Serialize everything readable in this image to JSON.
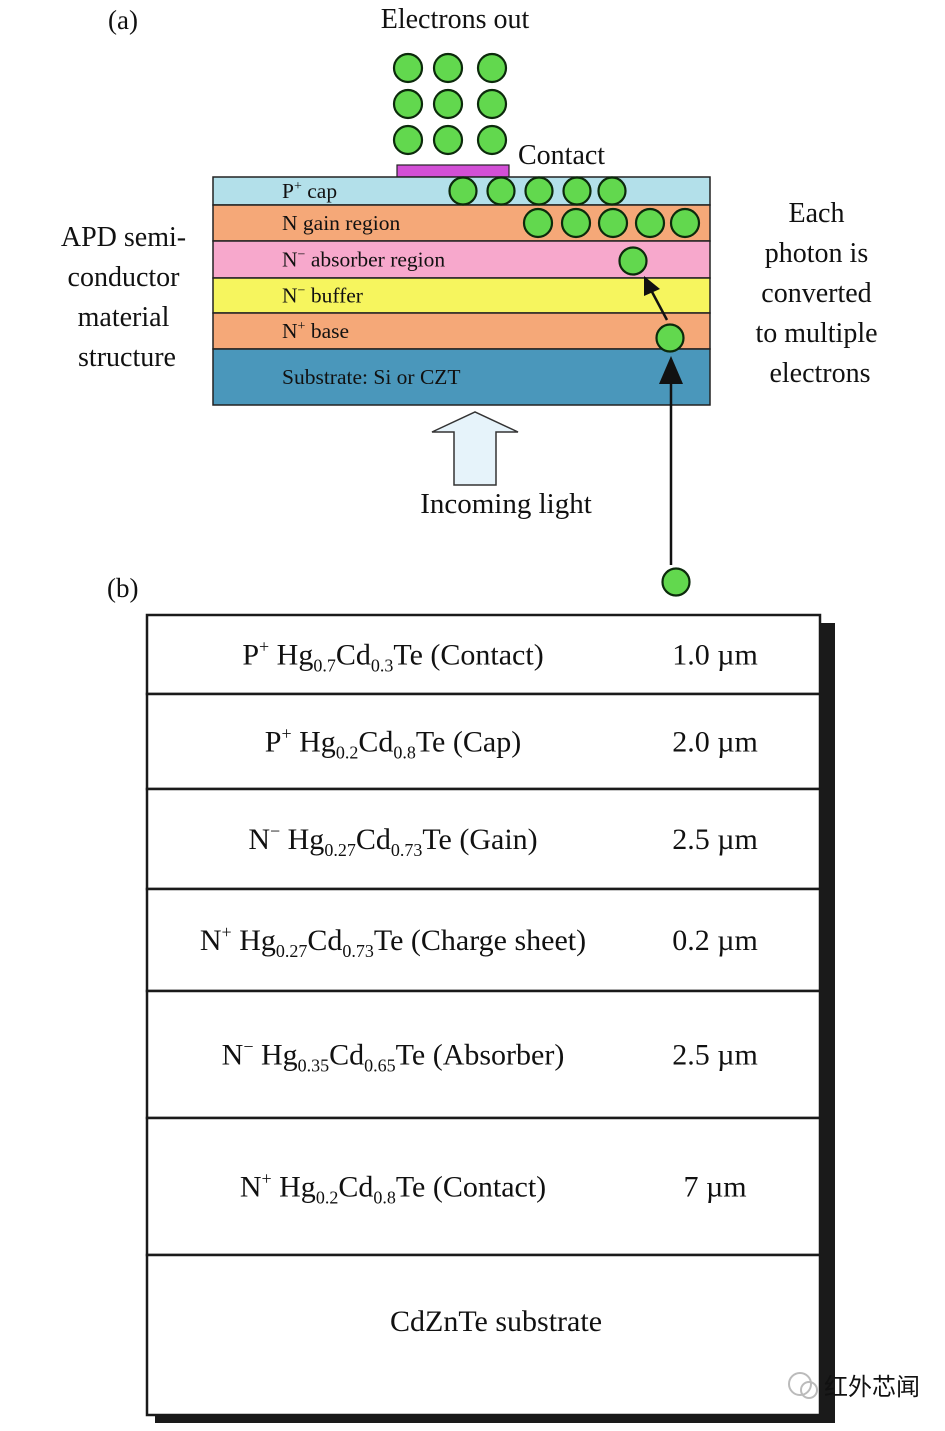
{
  "panel_a": {
    "label": "(a)",
    "electrons_out": "Electrons out",
    "contact": "Contact",
    "incoming_light": "Incoming light",
    "left_caption": [
      "APD semi-",
      "conductor",
      "material",
      "structure"
    ],
    "right_caption": [
      "Each",
      "photon is",
      "converted",
      "to multiple",
      "electrons"
    ],
    "layers": [
      {
        "id": "p-cap",
        "pre": "P",
        "sup": "+",
        "post": " cap",
        "color": "#b3e0ea"
      },
      {
        "id": "n-gain",
        "pre": "N gain region",
        "sup": "",
        "post": "",
        "color": "#f5a878"
      },
      {
        "id": "n-absorber",
        "pre": "N",
        "sup": "−",
        "post": " absorber region",
        "color": "#f7a8cc"
      },
      {
        "id": "n-buffer",
        "pre": "N",
        "sup": "−",
        "post": " buffer",
        "color": "#f6f55e"
      },
      {
        "id": "n-base",
        "pre": "N",
        "sup": "+",
        "post": " base",
        "color": "#f5a878"
      },
      {
        "id": "substrate",
        "pre": "Substrate: Si or CZT",
        "sup": "",
        "post": "",
        "color": "#4a97bb"
      }
    ],
    "contact_color": "#d24fd6",
    "electron_color": "#62d84e",
    "light_arrow_color": "#e6f3fa"
  },
  "panel_b": {
    "label": "(b)",
    "rows": [
      {
        "type": "P",
        "charge": "+",
        "hg": "0.7",
        "cd": "0.3",
        "role": "(Contact)",
        "thickness": "1.0 µm"
      },
      {
        "type": "P",
        "charge": "+",
        "hg": "0.2",
        "cd": "0.8",
        "role": "(Cap)",
        "thickness": "2.0 µm"
      },
      {
        "type": "N",
        "charge": "−",
        "hg": "0.27",
        "cd": "0.73",
        "role": "(Gain)",
        "thickness": "2.5 µm"
      },
      {
        "type": "N",
        "charge": "+",
        "hg": "0.27",
        "cd": "0.73",
        "role": "(Charge sheet)",
        "thickness": "0.2 µm"
      },
      {
        "type": "N",
        "charge": "−",
        "hg": "0.35",
        "cd": "0.65",
        "role": "(Absorber)",
        "thickness": "2.5 µm"
      },
      {
        "type": "N",
        "charge": "+",
        "hg": "0.2",
        "cd": "0.8",
        "role": "(Contact)",
        "thickness": "7 µm"
      }
    ],
    "substrate": "CdZnTe substrate"
  },
  "watermark": "红外芯闻"
}
